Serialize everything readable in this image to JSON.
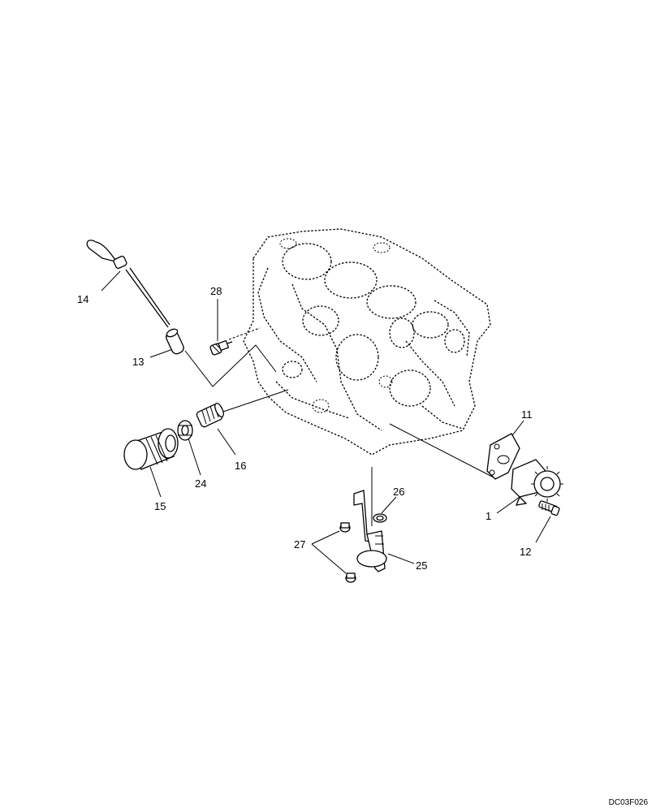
{
  "callouts": {
    "c1": "1",
    "c11": "11",
    "c12": "12",
    "c13": "13",
    "c14": "14",
    "c15": "15",
    "c16": "16",
    "c24": "24",
    "c25": "25",
    "c26": "26",
    "c27": "27",
    "c28": "28"
  },
  "drawing_code": "DC03F026"
}
